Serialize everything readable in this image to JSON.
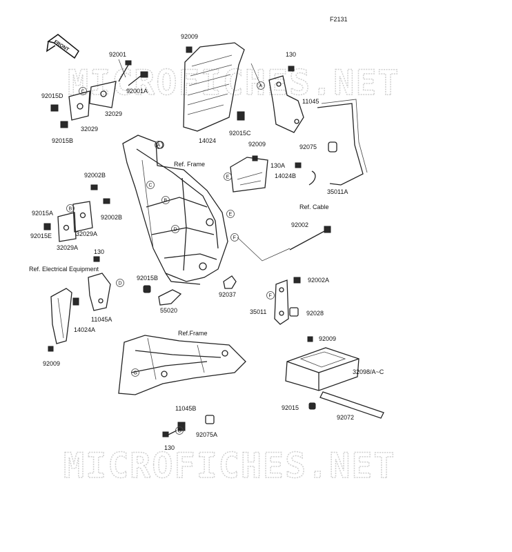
{
  "diagram": {
    "code": "F2131",
    "front_label": "FRONT",
    "watermark_top": "MICROFICHES.NET",
    "watermark_bottom": "MICROFICHES.NET",
    "references": {
      "frame_1": "Ref. Frame",
      "frame_2": "Ref.Frame",
      "cable": "Ref. Cable",
      "electrical": "Ref. Electrical Equipment"
    },
    "parts": {
      "p92009_top": "92009",
      "p92001": "92001",
      "p92001A": "92001A",
      "p92015D": "92015D",
      "p32029_top": "32029",
      "p32029_bottom": "32029",
      "p92015B_top": "92015B",
      "p14024": "14024",
      "p92015C": "92015C",
      "p130_top": "130",
      "p11045": "11045",
      "p92075": "92075",
      "p92009_mid": "92009",
      "p130A": "130A",
      "p14024B": "14024B",
      "p35011A": "35011A",
      "p92002B_a": "92002B",
      "p92002B_b": "92002B",
      "p92015A": "92015A",
      "p32029A_a": "32029A",
      "p92015E": "92015E",
      "p32029A_b": "32029A",
      "p130_left": "130",
      "p92002": "92002",
      "p92015B_mid": "92015B",
      "p55020": "55020",
      "p92037": "92037",
      "p92002A": "92002A",
      "p35011": "35011",
      "p92028": "92028",
      "p11045A": "11045A",
      "p14024A": "14024A",
      "p92009_left": "92009",
      "p92009_bat": "92009",
      "p32098": "32098/A~C",
      "p92015": "92015",
      "p92072": "92072",
      "p11045B": "11045B",
      "p92075A": "92075A",
      "p130_bottom": "130"
    },
    "markers": [
      "A",
      "B",
      "C",
      "D",
      "E",
      "F",
      "G"
    ]
  }
}
